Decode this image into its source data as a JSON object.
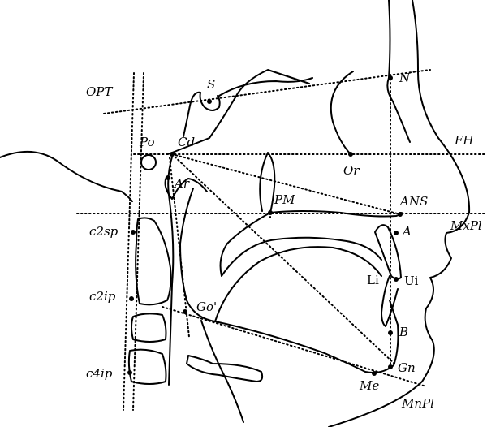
{
  "lines": {
    "opt": "OPT",
    "fh": "FH",
    "mxpl": "MxPl",
    "mnpl": "MnPl"
  },
  "landmarks": {
    "s": "S",
    "n": "N",
    "po": "Po",
    "cd": "Cd",
    "or": "Or",
    "ar": "Ar",
    "pm": "PM",
    "ans": "ANS",
    "a": "A",
    "li": "Li",
    "ui": "Ui",
    "go": "Go'",
    "b": "B",
    "gn": "Gn",
    "me": "Me"
  },
  "vertebrae": {
    "c2sp": "c2sp",
    "c2ip": "c2ip",
    "c4ip": "c4ip"
  }
}
